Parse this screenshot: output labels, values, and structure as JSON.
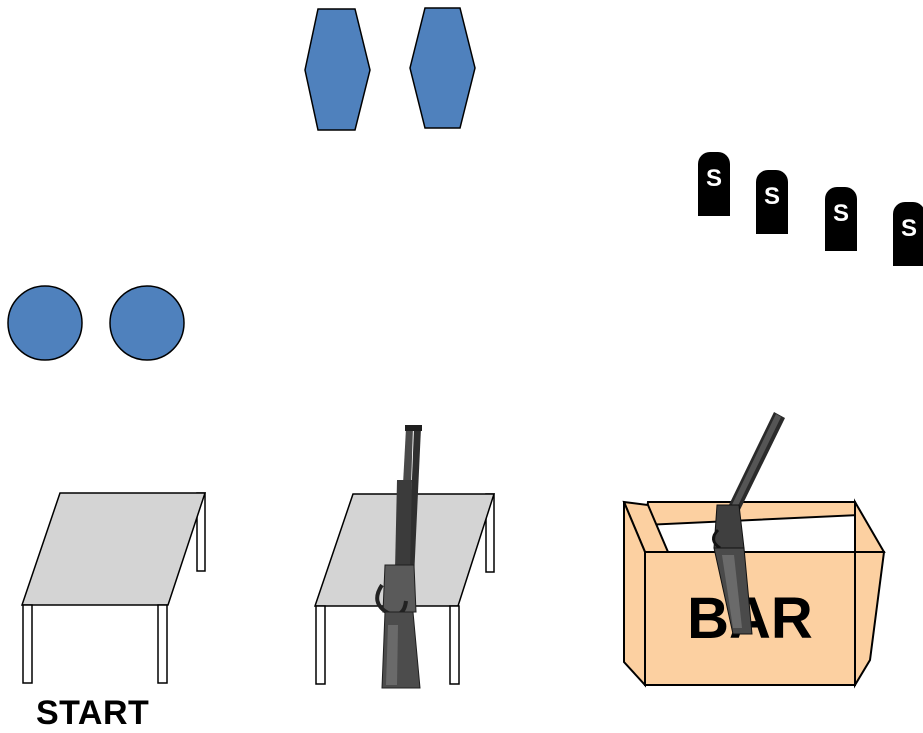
{
  "colors": {
    "target_fill": "#4f81bd",
    "target_stroke": "#000000",
    "table_top": "#d4d4d4",
    "box_fill": "#fcd0a1",
    "box_stroke": "#000000",
    "steel_fill": "#000000",
    "steel_text": "#ffffff"
  },
  "targets": {
    "hexagons": 2,
    "circles": 2
  },
  "steel_targets": [
    {
      "label": "S"
    },
    {
      "label": "S"
    },
    {
      "label": "S"
    },
    {
      "label": "S"
    }
  ],
  "barrel": {
    "label": "BAR"
  },
  "start": {
    "label": "START"
  },
  "icons": {
    "rifle_on_table": "lever-action-rifle-icon",
    "shotgun_in_barrel": "shotgun-icon"
  }
}
